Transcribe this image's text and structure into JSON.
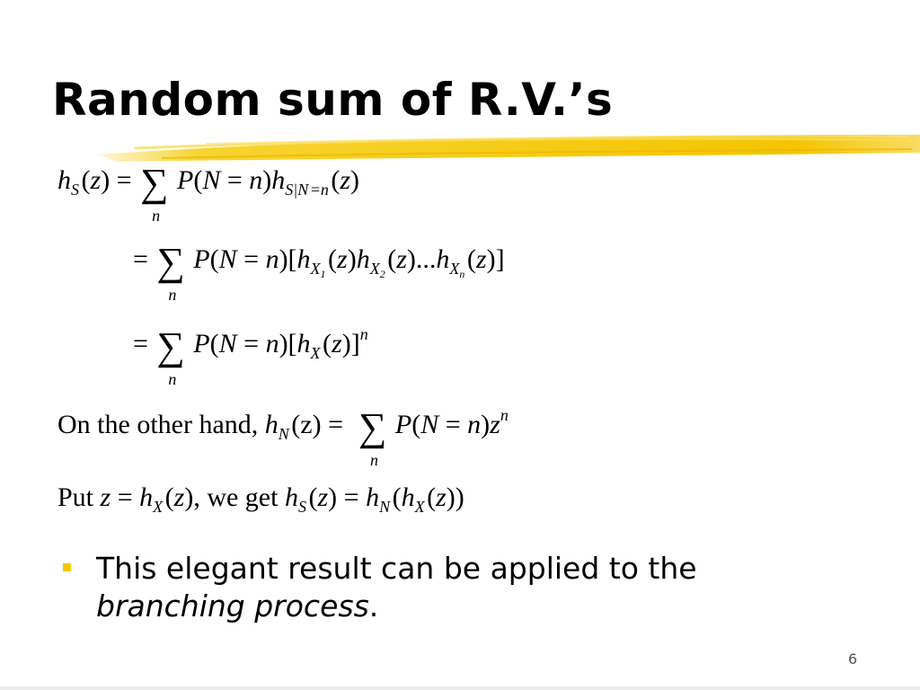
{
  "slide": {
    "title": "Random sum of R.V.’s",
    "page_number": "6"
  },
  "equations": {
    "line1": "h_S(z) = Σ_n P(N = n) h_{S|N=n}(z)",
    "line2": "= Σ_n P(N = n)[h_{X_1}(z) h_{X_2}(z) ... h_{X_n}(z)]",
    "line3": "= Σ_n P(N = n)[h_X(z)]^n",
    "line4_lead": "On the other hand,",
    "line4": "h_N(z) = Σ_n P(N = n) z^n",
    "line5_lead": "Put",
    "line5_mid": ", we get",
    "line5": "z = h_X(z), we get h_S(z) = h_N(h_X(z))"
  },
  "bullet": {
    "text": "This elegant result can be applied to the",
    "emphasis": "branching process",
    "tail": "."
  },
  "colors": {
    "accent": "#f5c400",
    "brush": "#f7cf1a"
  }
}
